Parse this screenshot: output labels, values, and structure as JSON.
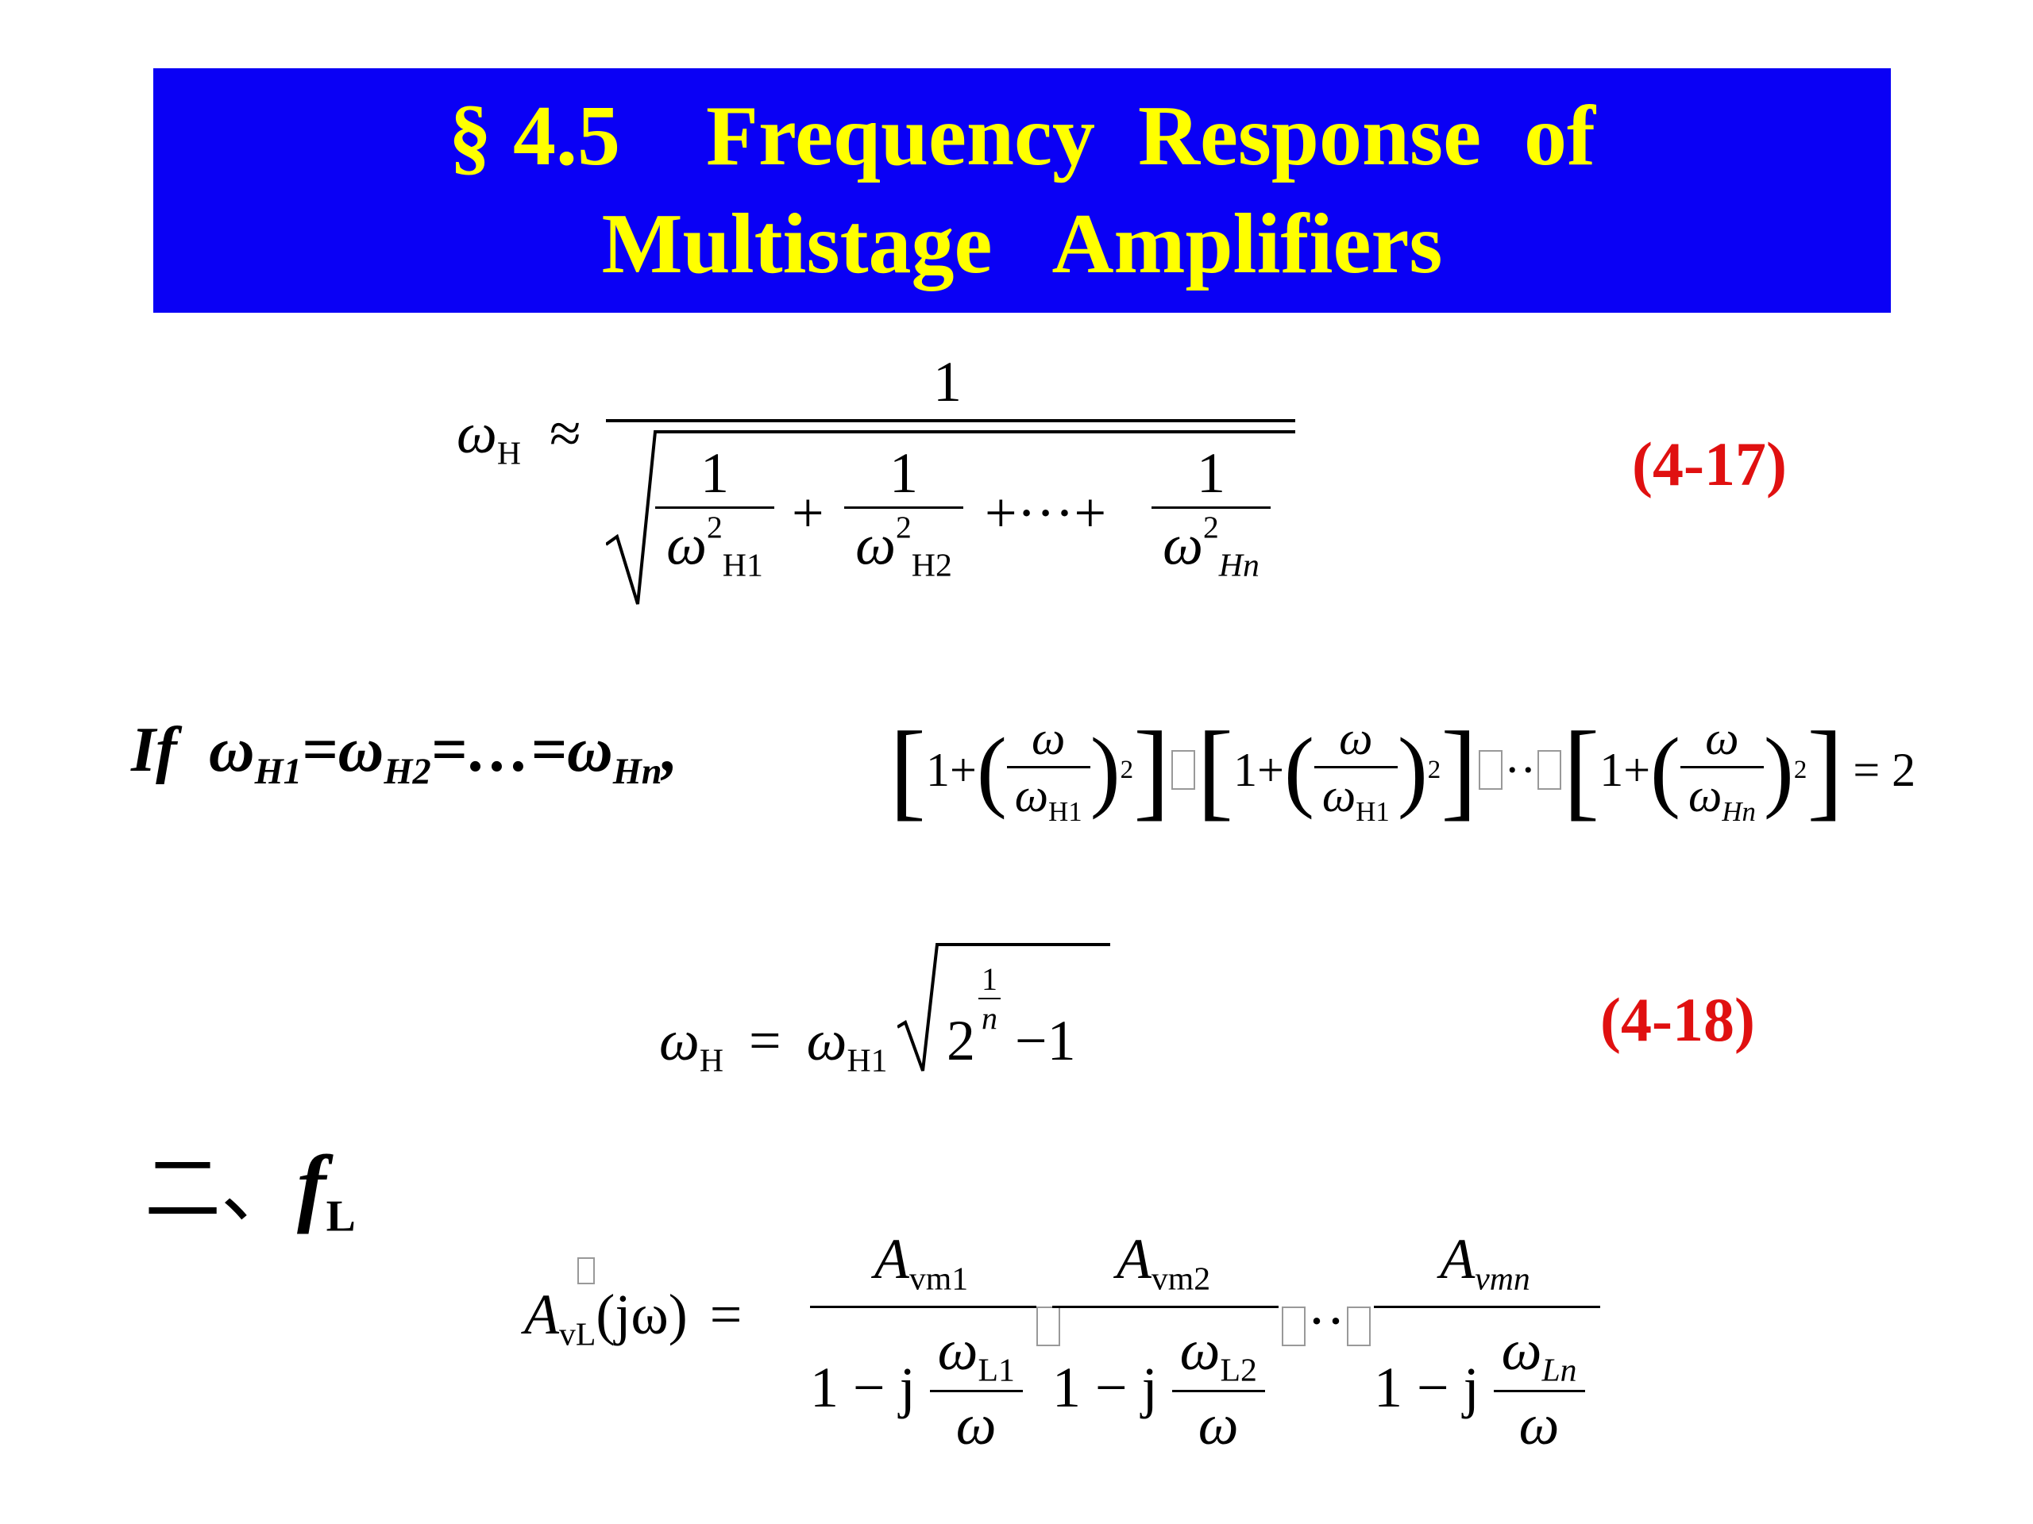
{
  "title": {
    "line1": "§ 4.5    Frequency  Response  of",
    "line2": "Multistage   Amplifiers"
  },
  "eq1": {
    "lhs_sym": "ω",
    "lhs_sub": "H",
    "approx": "≈",
    "numerator": "1",
    "term1_num": "1",
    "term1_sym": "ω",
    "term1_sup": "2",
    "term1_sub": "H1",
    "plus1": "+",
    "term2_num": "1",
    "term2_sym": "ω",
    "term2_sup": "2",
    "term2_sub": "H2",
    "ellipsis": "+···+",
    "termn_num": "1",
    "termn_sym": "ω",
    "termn_sup": "2",
    "termn_sub": "Hn",
    "label": "(4-17)"
  },
  "condition": {
    "prefix": "If",
    "sym": "ω",
    "s1": "H1",
    "eq1": "=",
    "s2": "H2",
    "eq2": "=…=",
    "sn": "Hn",
    "comma": ","
  },
  "eq_product": {
    "one": "1",
    "plus": "+",
    "omega": "ω",
    "f1_sub": "H1",
    "f2_sub": "H1",
    "fn_sub": "Hn",
    "sq": "2",
    "dots": "··",
    "rhs": "= 2"
  },
  "eq2": {
    "lhs_sym": "ω",
    "lhs_sub": "H",
    "equals": "=",
    "rhs_sym": "ω",
    "rhs_sub": "H1",
    "base": "2",
    "exp_num": "1",
    "exp_den": "n",
    "minus_one": "−1",
    "label": "(4-18)"
  },
  "section": {
    "numeral": "二、",
    "sym": "f",
    "sub": "L"
  },
  "eq3": {
    "lhs_sym": "A",
    "lhs_sub": "vL",
    "lhs_arg": "(jω)",
    "equals": "=",
    "t1_num_sym": "A",
    "t1_num_sub": "vm1",
    "t1_den_pre": "1 − j",
    "t1_w": "ω",
    "t1_w_sub": "L1",
    "t1_w_den": "ω",
    "t2_num_sym": "A",
    "t2_num_sub": "vm2",
    "t2_den_pre": "1 − j",
    "t2_w": "ω",
    "t2_w_sub": "L2",
    "t2_w_den": "ω",
    "dots": "··",
    "tn_num_sym": "A",
    "tn_num_sub": "vmn",
    "tn_den_pre": "1 − j",
    "tn_w": "ω",
    "tn_w_sub": "Ln",
    "tn_w_den": "ω"
  }
}
